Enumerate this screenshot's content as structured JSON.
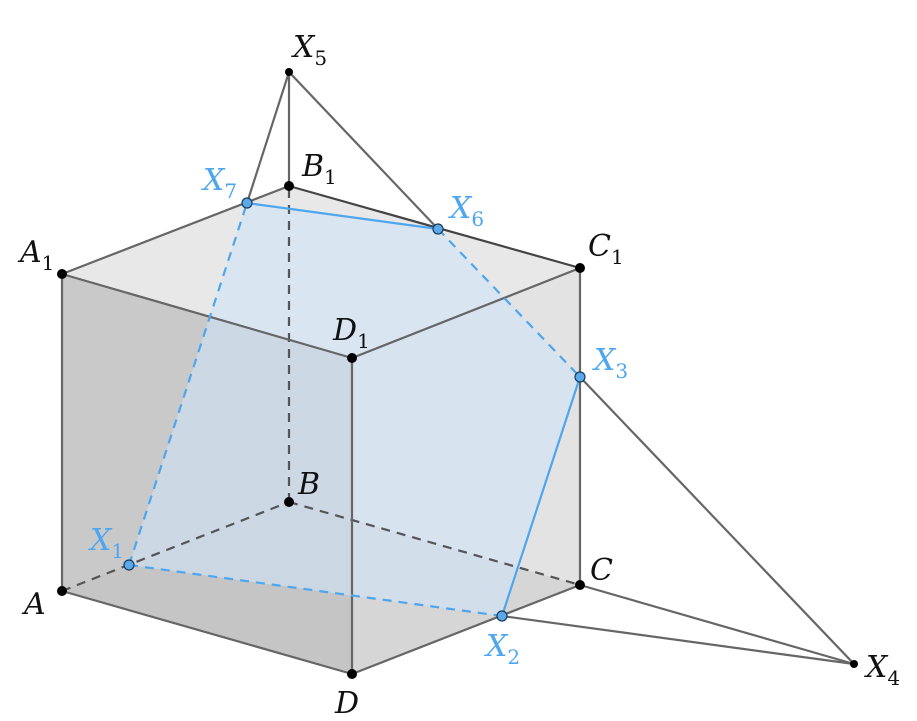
{
  "colors": {
    "edge": "#666666",
    "edge_dark": "#444444",
    "section": "#4da6ee",
    "point_black": "#000000",
    "point_blue": "#5aaaeb",
    "face_light": "#ebebeb",
    "face_mid": "#d3d3d3",
    "face_dark": "#bcbcbc",
    "section_fill": "#cfe2f6",
    "label_black": "#111111",
    "label_blue": "#4da6ee"
  },
  "labels": {
    "A": {
      "base": "A",
      "sub": ""
    },
    "B": {
      "base": "B",
      "sub": ""
    },
    "C": {
      "base": "C",
      "sub": ""
    },
    "D": {
      "base": "D",
      "sub": ""
    },
    "A1": {
      "base": "A",
      "sub": "1"
    },
    "B1": {
      "base": "B",
      "sub": "1"
    },
    "C1": {
      "base": "C",
      "sub": "1"
    },
    "D1": {
      "base": "D",
      "sub": "1"
    },
    "X1": {
      "base": "X",
      "sub": "1"
    },
    "X2": {
      "base": "X",
      "sub": "2"
    },
    "X3": {
      "base": "X",
      "sub": "3"
    },
    "X4": {
      "base": "X",
      "sub": "4"
    },
    "X5": {
      "base": "X",
      "sub": "5"
    },
    "X6": {
      "base": "X",
      "sub": "6"
    },
    "X7": {
      "base": "X",
      "sub": "7"
    }
  }
}
